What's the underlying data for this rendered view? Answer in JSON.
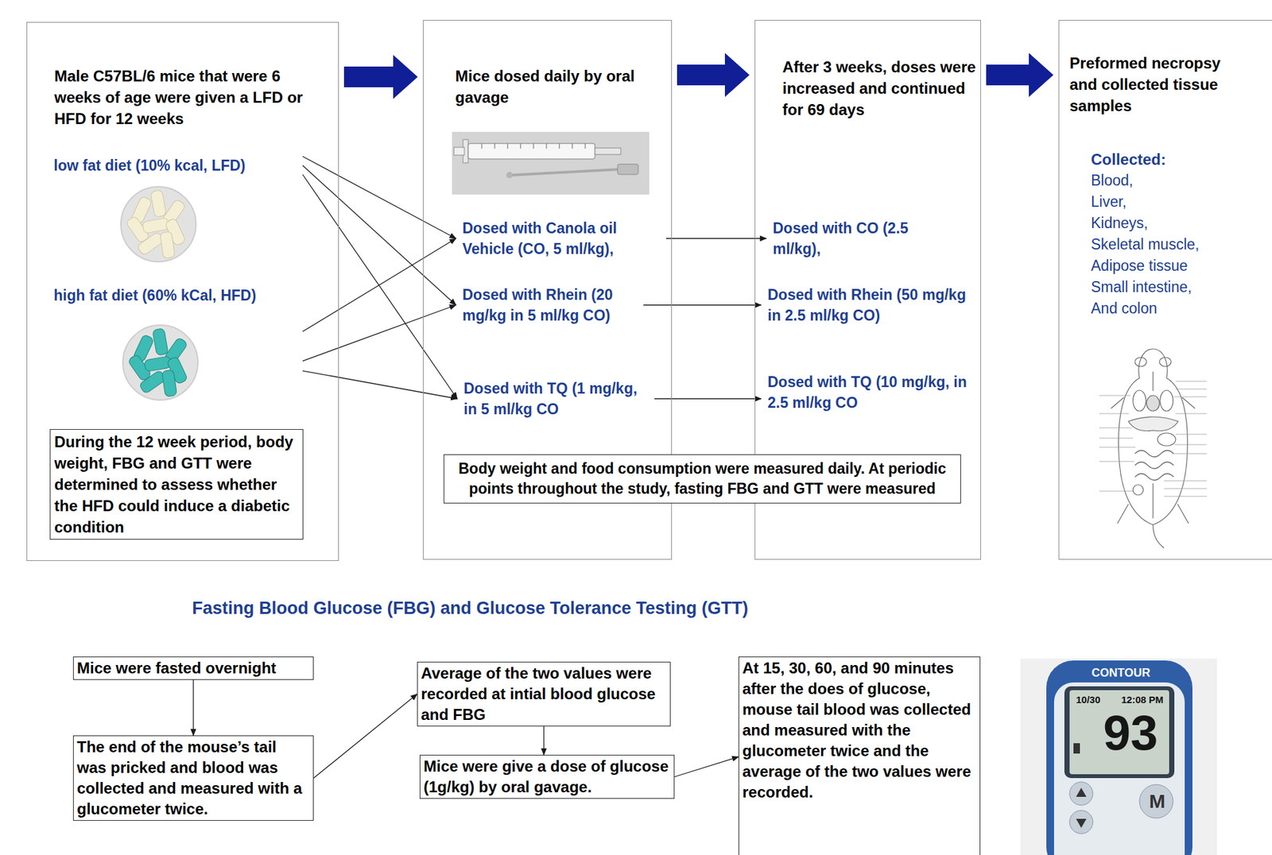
{
  "diagram": {
    "nodes": [
      {
        "text": [
          "Male C57BL/6 mice that were 6 weeks of age were given a LFD or HFD for 12 weeks"
        ]
      },
      {
        "text": [
          "low fat diet (10% kcal, LFD)"
        ],
        "in": 0
      },
      {
        "text": [
          "high fat diet (60% kCal, HFD)"
        ],
        "in": 0
      },
      {
        "text": [
          "During the 12 week period, body weight, FBG and GTT were determined to assess whether the HFD could induce a diabetic condition"
        ],
        "in": 0
      },
      {
        "text": [
          "Mice dosed daily by oral gavage"
        ]
      },
      {
        "text": [
          "Dosed with Canola oil Vehicle (CO, 5 ml/kg),"
        ],
        "in": 4
      },
      {
        "text": [
          "Dosed with Rhein (20 mg/kg in 5 ml/kg CO)"
        ],
        "in": 4
      },
      {
        "text": [
          "Dosed with TQ (1 mg/kg, in 5 ml/kg CO"
        ],
        "in": 4
      },
      {
        "text": [
          "After 3 weeks, doses were increased and continued for 69 days"
        ]
      },
      {
        "text": [
          "Dosed with CO (2.5 ml/kg),"
        ],
        "in": 8
      },
      {
        "text": [
          "Dosed with Rhein (50 mg/kg in 2.5 ml/kg CO)"
        ],
        "in": 8
      },
      {
        "text": [
          "Dosed with TQ (10 mg/kg, in 2.5 ml/kg CO"
        ],
        "in": 8
      },
      {
        "text": [
          "Body weight and food consumption were measured daily. At periodic points throughout the study, fasting FBG and GTT were measured"
        ]
      },
      {
        "text": [
          "Preformed necropsy and collected tissue samples",
          "Collected:",
          "Blood,",
          "Liver,",
          "Kidneys,",
          "Skeletal muscle,",
          "Adipose tissue",
          "Small intestine,",
          "And colon"
        ]
      },
      {
        "text": [
          "Mice were fasted overnight"
        ]
      },
      {
        "text": [
          "The end of the mouse’s tail was pricked and blood was collected and measured with a glucometer twice."
        ]
      },
      {
        "text": [
          "Average of the two values were recorded at intial blood glucose and FBG"
        ]
      },
      {
        "text": [
          "Mice were give a dose of glucose (1g/kg) by oral gavage."
        ]
      },
      {
        "text": [
          "At 15, 30, 60, and 90 minutes after the does of glucose, mouse tail blood was collected and measured with the glucometer twice and the average of the two values were recorded."
        ]
      }
    ],
    "edges": [
      {
        "from": 0,
        "to": 4,
        "arrow": "to"
      },
      {
        "from": 4,
        "to": 8,
        "arrow": "to"
      },
      {
        "from": 8,
        "to": 13,
        "arrow": "to"
      },
      {
        "from": 1,
        "to": 5,
        "arrow": "to"
      },
      {
        "from": 1,
        "to": 6,
        "arrow": "to"
      },
      {
        "from": 1,
        "to": 7,
        "arrow": "to"
      },
      {
        "from": 2,
        "to": 5,
        "arrow": "to"
      },
      {
        "from": 2,
        "to": 6,
        "arrow": "to"
      },
      {
        "from": 2,
        "to": 7,
        "arrow": "to"
      },
      {
        "from": 5,
        "to": 9,
        "arrow": "to"
      },
      {
        "from": 6,
        "to": 10,
        "arrow": "to"
      },
      {
        "from": 7,
        "to": 11,
        "arrow": "to"
      },
      {
        "from": 14,
        "to": 15,
        "arrow": "to"
      },
      {
        "from": 15,
        "to": 16,
        "arrow": "to"
      },
      {
        "from": 16,
        "to": 17,
        "arrow": "to"
      },
      {
        "from": 17,
        "to": 18,
        "arrow": "to"
      }
    ],
    "labels": [
      "Fasting Blood Glucose (FBG) and Glucose Tolerance Testing (GTT)",
      "CONTOUR",
      "10/30",
      "12:08 PM",
      "93",
      "M"
    ]
  }
}
